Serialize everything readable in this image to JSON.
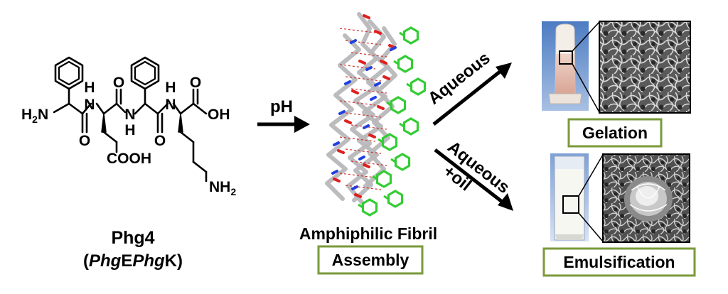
{
  "molecule": {
    "name": "Phg4",
    "sequence_open": "(",
    "seq_phg1": "Phg",
    "seq_e": "E",
    "seq_phg2": "Phg",
    "seq_k": "K",
    "sequence_close": ")",
    "atoms": {
      "h2n_h": "H",
      "h2n_sub": "2",
      "h2n_n": "N",
      "nh1_h": "H",
      "nh1_n": "N",
      "o1": "O",
      "o2": "O",
      "nh2_n": "N",
      "nh2_h": "H",
      "o3": "O",
      "nh3_h": "H",
      "nh3_n": "N",
      "o4": "O",
      "oh": "OH",
      "cooh": "COOH",
      "nh2_term_n": "NH",
      "nh2_term_sub": "2"
    }
  },
  "arrows": {
    "ph_label": "pH",
    "aqueous_label": "Aqueous",
    "aqueous_oil_label_1": "Aqueous",
    "aqueous_oil_label_2": "+oil"
  },
  "fibril": {
    "label": "Amphiphilic Fibril",
    "box_label": "Assembly"
  },
  "outcomes": {
    "gelation": "Gelation",
    "emulsification": "Emulsification"
  },
  "colors": {
    "box_border": "#7a9a3a",
    "aromatic": "#33cc33",
    "backbone": "#b8b8bc",
    "oxygen": "#e02020",
    "nitrogen": "#2040e0",
    "hbond": "#d03030"
  }
}
